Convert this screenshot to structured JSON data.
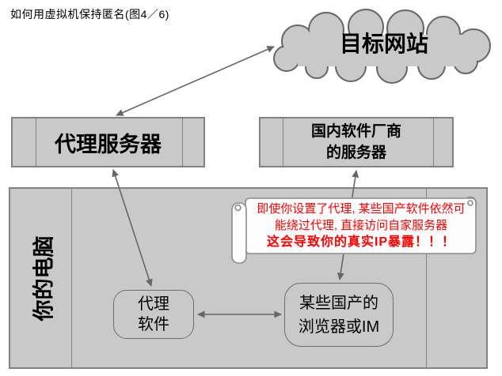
{
  "title": "如何用虚拟机保持匿名(图4／6)",
  "colors": {
    "shape_fill": "#c9c9c9",
    "shape_border": "#828282",
    "arrow": "#666666",
    "warning_text": "#ff0000",
    "scroll_fill": "#fcfcfc",
    "scroll_border": "#8c8c8c"
  },
  "nodes": {
    "target_site": {
      "label": "目标网站"
    },
    "proxy_server": {
      "label": "代理服务器"
    },
    "vendor_server": {
      "lines": [
        "国内软件厂商",
        "的服务器"
      ]
    },
    "your_computer": {
      "label": "你的电脑"
    },
    "proxy_software": {
      "lines": [
        "代理",
        "软件"
      ]
    },
    "domestic_apps": {
      "lines": [
        "某些国产的",
        "浏览器或IM"
      ]
    }
  },
  "warning_note": {
    "lines": [
      "即使你设置了代理, 某些国产软件依然可",
      "能绕过代理, 直接访问自家服务器"
    ],
    "emphasis": "这会导致你的真实IP暴露！！！"
  }
}
